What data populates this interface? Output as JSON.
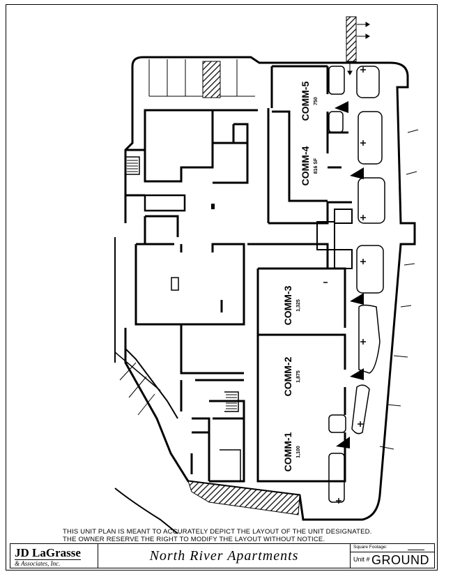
{
  "units": [
    {
      "name": "COMM-5",
      "sqft": "750"
    },
    {
      "name": "COMM-4",
      "sqft": "816 SF"
    },
    {
      "name": "COMM-3",
      "sqft": "1,325"
    },
    {
      "name": "COMM-2",
      "sqft": "1,875"
    },
    {
      "name": "COMM-1",
      "sqft": "1,100"
    }
  ],
  "disclaimer": {
    "line1": "THIS UNIT PLAN IS MEANT TO ACCURATELY DEPICT THE LAYOUT OF THE UNIT DESIGNATED.",
    "line2": "THE OWNER RESERVE THE RIGHT TO MODIFY THE LAYOUT WITHOUT NOTICE."
  },
  "titleblock": {
    "company": "JD LaGrasse",
    "company_sub": "& Associates, Inc.",
    "project": "North River Apartments",
    "sqft_label": "Square Footage:",
    "unit_label": "Unit #",
    "unit_value": "GROUND"
  }
}
